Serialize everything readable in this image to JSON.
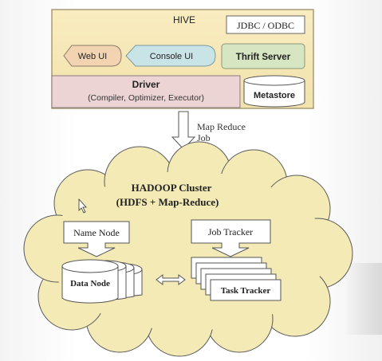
{
  "hive": {
    "title": "HIVE",
    "jdbc": "JDBC / ODBC",
    "web_ui": "Web UI",
    "console_ui": "Console UI",
    "thrift_server": "Thrift Server",
    "driver": "Driver",
    "driver_sub": "(Compiler, Optimizer, Executor)",
    "metastore": "Metastore"
  },
  "connector": {
    "line1": "Map Reduce",
    "line2": "Job"
  },
  "hadoop": {
    "title": "HADOOP Cluster",
    "subtitle": "(HDFS + Map-Reduce)",
    "name_node": "Name Node",
    "job_tracker": "Job Tracker",
    "data_node": "Data Node",
    "task_tracker": "Task Tracker"
  },
  "colors": {
    "hive_frame": "#f6e7b5",
    "hive_border": "#a89a76",
    "web_ui_fill": "#f2d4b3",
    "console_ui_fill": "#c9e4e6",
    "thrift_fill": "#d7e6c2",
    "driver_fill": "#ecd3d4",
    "cloud_fill": "#f4eab6",
    "box_border": "#555555"
  }
}
